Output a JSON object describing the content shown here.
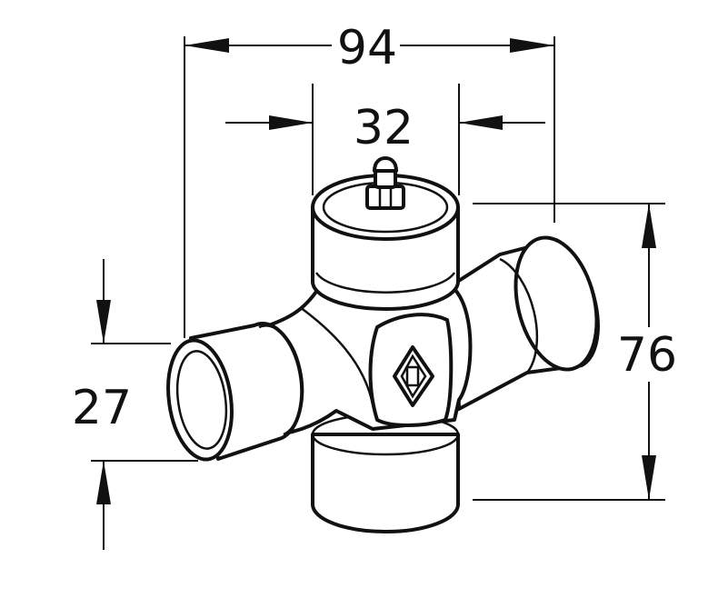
{
  "dimensions": {
    "overall_width": "94",
    "cap_diameter": "32",
    "overall_height": "76",
    "bearing_diameter": "27"
  },
  "colors": {
    "line": "#111111",
    "background": "#ffffff"
  }
}
